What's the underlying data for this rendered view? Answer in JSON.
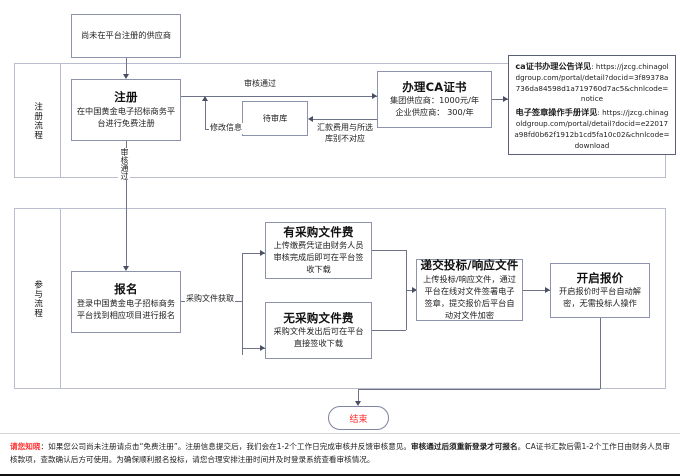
{
  "diagram": {
    "lanes": [
      {
        "id": "registration",
        "label": "注册流程"
      },
      {
        "id": "participation",
        "label": "参与流程"
      }
    ],
    "nodes": {
      "start_supplier": {
        "label": "尚未在平台注册的供应商"
      },
      "register": {
        "title": "注册",
        "desc": "在中国黄金电子招标商务平台进行免费注册"
      },
      "pending_pool": {
        "label": "待审库"
      },
      "ca_cert": {
        "title": "办理CA证书",
        "line1": "集团供应商：1000元/年",
        "line2": "企业供应商：   300/年"
      },
      "signup": {
        "title": "报名",
        "desc": "登录中国黄金电子招标商务平台找到相应项目进行报名"
      },
      "with_fee": {
        "title": "有采购文件费",
        "desc": "上传缴费凭证由财务人员审核完成后即可在平台签收下载"
      },
      "without_fee": {
        "title": "无采购文件费",
        "desc": "采购文件发出后可在平台直接签收下载"
      },
      "submit_bid": {
        "title": "递交投标/响应文件",
        "desc": "上传投标/响应文件，通过平台在线对文件签署电子签章，提交报价后平台自动对文件加密"
      },
      "open_quote": {
        "title": "开启报价",
        "desc": "开启报价时平台自动解密，无需投标人操作"
      },
      "end": {
        "label": "结束"
      }
    },
    "edge_labels": {
      "audit_passed_top": "审核通过",
      "modify_info": "修改信息",
      "remit_mismatch": "汇款费用与所选库别不对应",
      "audit_passed_vertical": "审核通过",
      "doc_acquire": "采购文件获取"
    },
    "note": {
      "heading1": "ca证书办理公告详见",
      "url1": "https://jzcg.chinagoldgroup.com/portal/detail?docid=3f89378a736da84598d1a719760d7ac5&chnlcode=notice",
      "heading2": "电子签章操作手册详见",
      "url2": "https://jzcg.chinagoldgroup.com/portal/detail?docid=e22017a98fd0b62f1912b1cd5fa10c02&chnlcode=download"
    },
    "footer": {
      "warn_prefix": "请您知晓",
      "text1": "：如果您公司尚未注册请点击“免费注册”。注册信息提交后，我们会在1-2个工作日完成审核并反馈审核意见。",
      "bold1": "审核通过后须重新登录才可报名",
      "text2": "。CA证书汇款后需1-2个工作日由财务人员审核款项，查款确认后方可使用。为确保顺利报名投标，请您合理安排注册时间并及时登录系统查看审核情况。"
    },
    "colors": {
      "node_border": "#8d93ab",
      "lane_border": "#b9bdcd",
      "line": "#6f7387",
      "accent_red": "#ff2d2d"
    }
  }
}
